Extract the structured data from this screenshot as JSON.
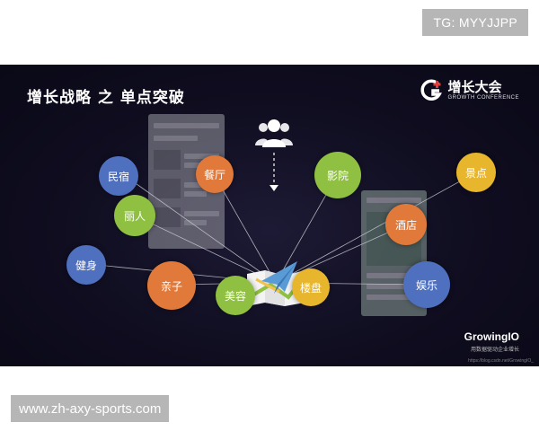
{
  "watermark_tag": "TG: MYYJJPP",
  "slide": {
    "title": "增长战略 之 单点突破",
    "logo": {
      "cn": "增长大会",
      "en": "GROWTH CONFERENCE"
    },
    "brand": {
      "name": "GrowingIO",
      "tagline": "用数据驱动企业增长"
    },
    "credit": "https://blog.csdn.net/GrowingIO_",
    "center_icon": "paper-plane-map-icon",
    "top_icon": "users-icon",
    "bubbles": [
      {
        "label": "民宿",
        "color": "#4f6fbf"
      },
      {
        "label": "餐厅",
        "color": "#e0793a"
      },
      {
        "label": "丽人",
        "color": "#8fc042"
      },
      {
        "label": "健身",
        "color": "#4f6fbf"
      },
      {
        "label": "亲子",
        "color": "#e0793a"
      },
      {
        "label": "美容",
        "color": "#8fc042"
      },
      {
        "label": "楼盘",
        "color": "#e8b62c"
      },
      {
        "label": "影院",
        "color": "#8fc042"
      },
      {
        "label": "景点",
        "color": "#e8b62c"
      },
      {
        "label": "酒店",
        "color": "#e0793a"
      },
      {
        "label": "娱乐",
        "color": "#4f6fbf"
      }
    ]
  },
  "source_url": "www.zh-axy-sports.com"
}
